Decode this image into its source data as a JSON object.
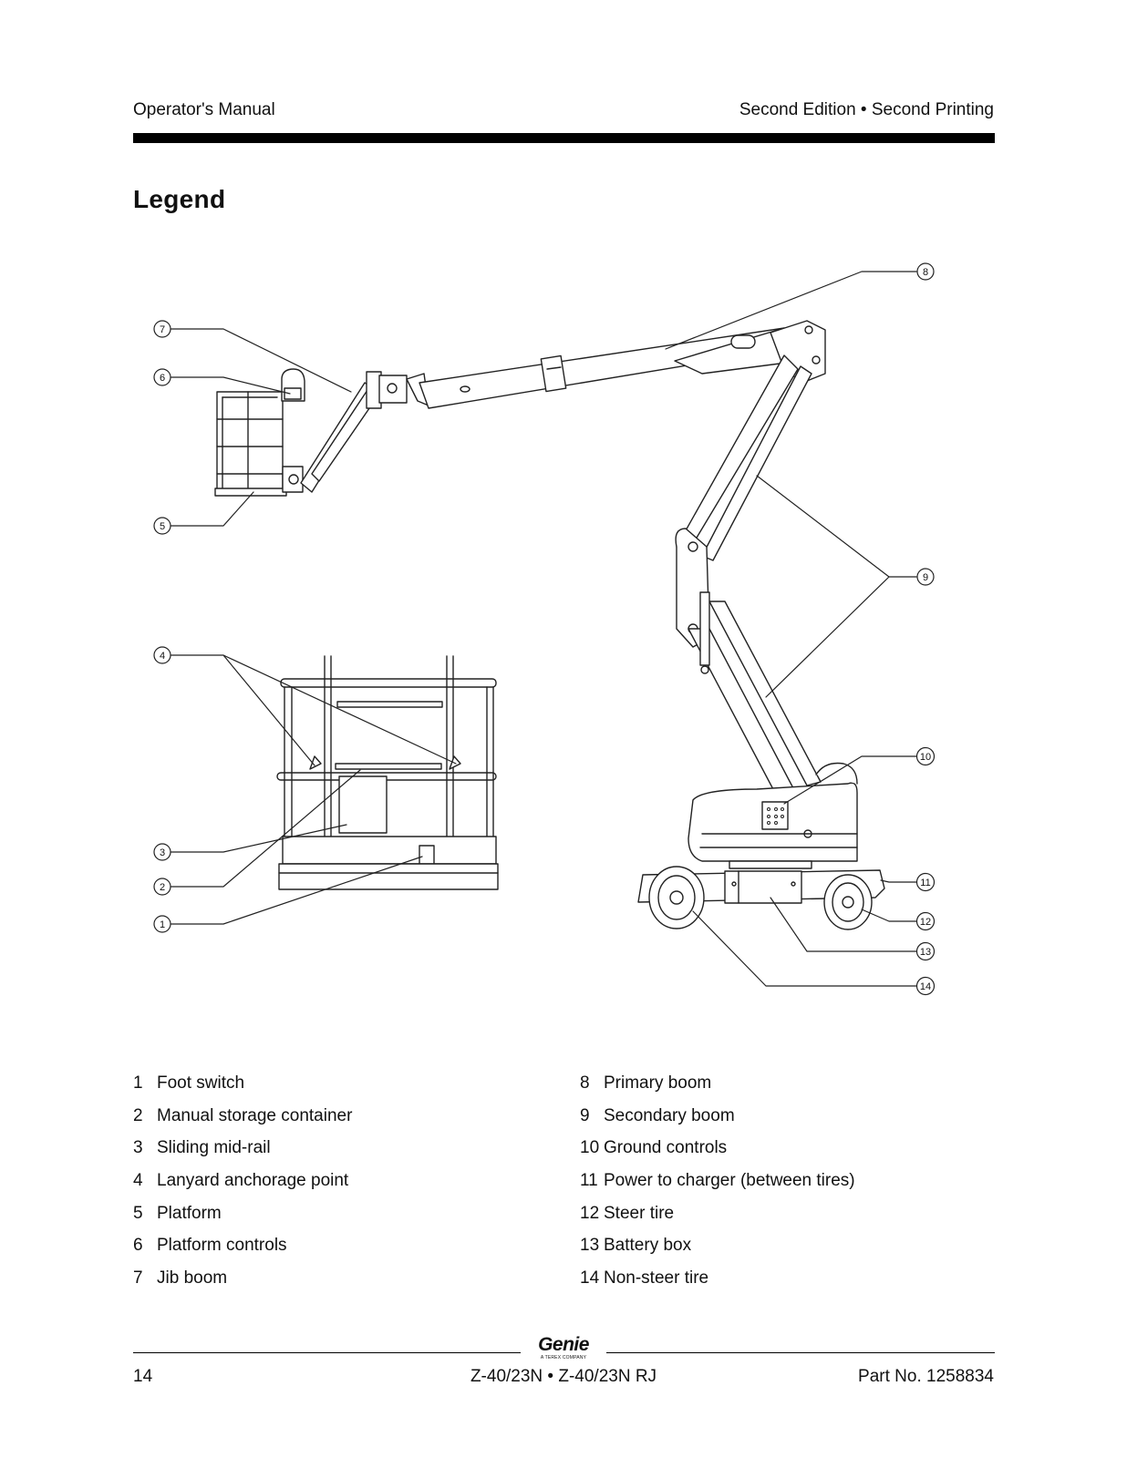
{
  "header": {
    "left": "Operator's Manual",
    "right": "Second Edition • Second Printing"
  },
  "title": "Legend",
  "callouts": [
    "1",
    "2",
    "3",
    "4",
    "5",
    "6",
    "7",
    "8",
    "9",
    "10",
    "11",
    "12",
    "13",
    "14"
  ],
  "legend": {
    "left": [
      {
        "num": "1",
        "label": "Foot switch"
      },
      {
        "num": "2",
        "label": "Manual storage container"
      },
      {
        "num": "3",
        "label": "Sliding mid-rail"
      },
      {
        "num": "4",
        "label": "Lanyard anchorage point"
      },
      {
        "num": "5",
        "label": "Platform"
      },
      {
        "num": "6",
        "label": "Platform controls"
      },
      {
        "num": "7",
        "label": "Jib boom"
      }
    ],
    "right": [
      {
        "num": "8",
        "label": "Primary boom"
      },
      {
        "num": "9",
        "label": "Secondary boom"
      },
      {
        "num": "10",
        "label": "Ground controls"
      },
      {
        "num": "11",
        "label": "Power to charger (between tires)"
      },
      {
        "num": "12",
        "label": "Steer tire"
      },
      {
        "num": "13",
        "label": "Battery box"
      },
      {
        "num": "14",
        "label": "Non-steer tire"
      }
    ]
  },
  "footer": {
    "page_number": "14",
    "model": "Z-40/23N • Z-40/23N RJ",
    "part_number": "Part No. 1258834",
    "logo_text": "Genie",
    "logo_subtext": "A TEREX COMPANY"
  }
}
